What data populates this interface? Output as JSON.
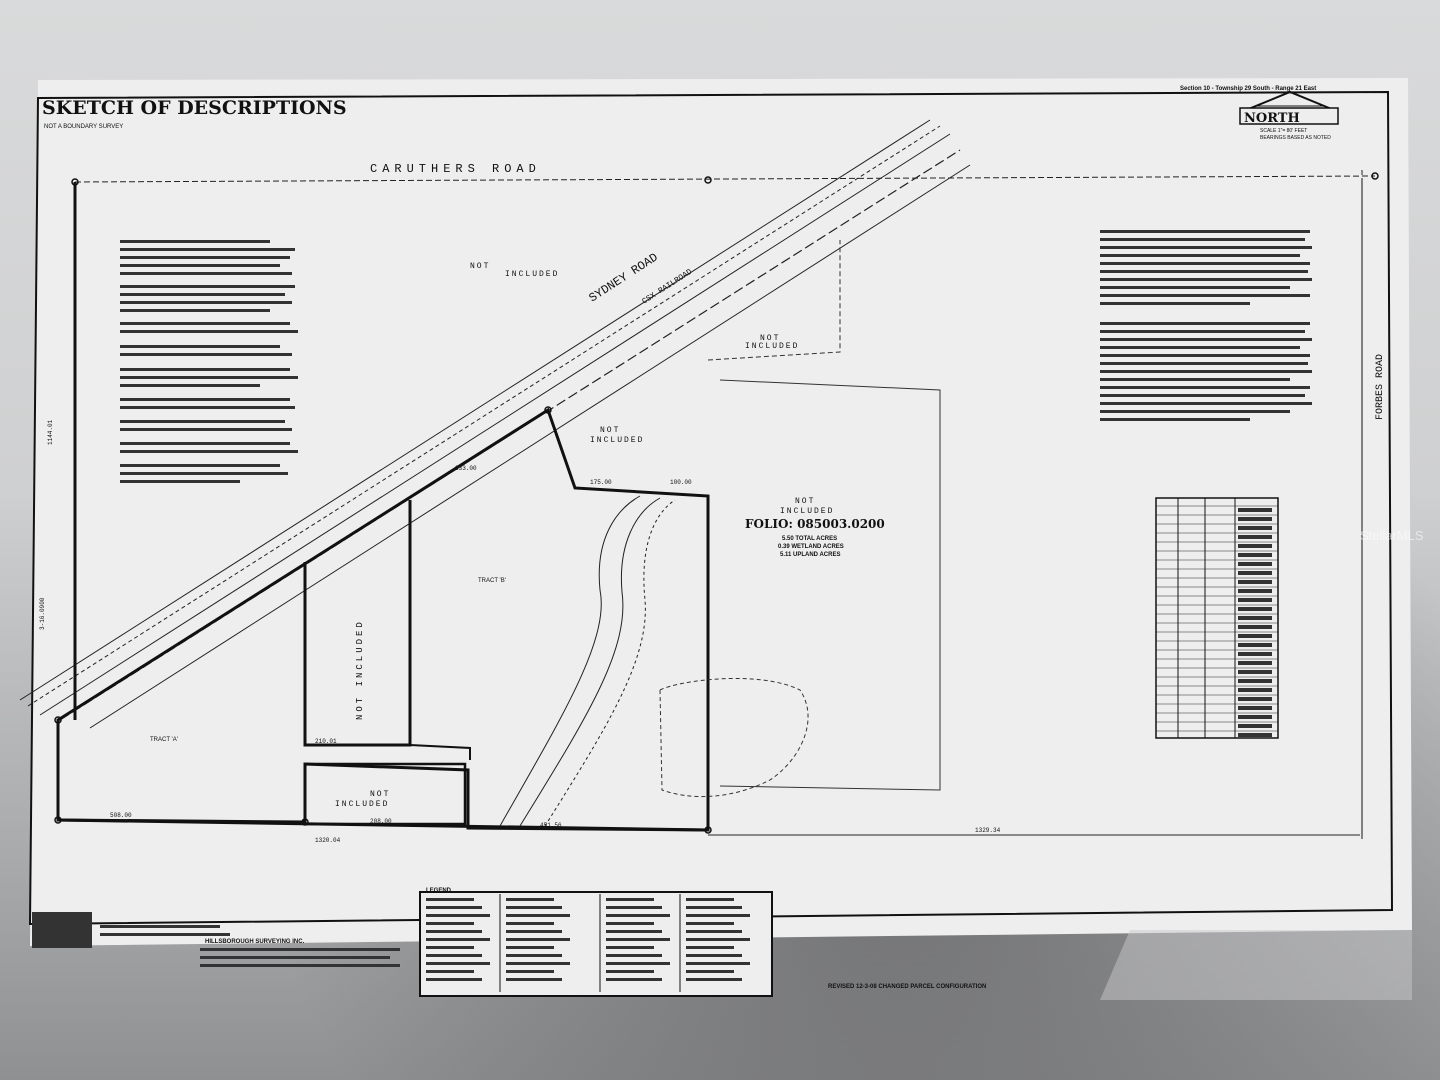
{
  "sheet": {
    "title": "SKETCH OF DESCRIPTIONS",
    "subtitle": "NOT A BOUNDARY SURVEY",
    "section_line": "Section 10 - Township 29 South - Range 21 East",
    "north_label": "NORTH",
    "scale_line_1": "SCALE 1\"= 80' FEET",
    "scale_line_2": "BEARINGS BASED AS NOTED"
  },
  "roads": {
    "caruthers": "CARUTHERS ROAD",
    "sydney": "SYDNEY ROAD",
    "csx": "CSX RAILROAD",
    "forbes": "FORBES ROAD"
  },
  "areas": {
    "not_included_top": [
      "NOT",
      "INCLUDED"
    ],
    "not_included_right_small": [
      "NOT",
      "INCLUDED"
    ],
    "not_included_center": [
      "NOT",
      "INCLUDED"
    ],
    "not_included_right": [
      "NOT",
      "INCLUDED"
    ],
    "not_included_vertical": "NOT INCLUDED",
    "not_included_bottom": [
      "NOT",
      "INCLUDED"
    ],
    "tract_a": "TRACT 'A'",
    "tract_b": "TRACT 'B'"
  },
  "folio": {
    "label": "FOLIO: 085003.0200",
    "acres_total": "5.50 TOTAL ACRES",
    "acres_wetland": "0.39 WETLAND ACRES",
    "acres_upland": "5.11 UPLAND ACRES"
  },
  "dimensions": {
    "d1": "210.01",
    "d2": "508.00",
    "d3": "175.00",
    "d4": "100.00",
    "d5": "233.00",
    "d6": "451.56",
    "d7": "1320.04",
    "d8": "1329.34",
    "d9": "1144.01",
    "d10": "3-16.0900",
    "d11": "208.00"
  },
  "revision": "REVISED 12-3-08 CHANGED PARCEL CONFIGURATION",
  "legend_title": "LEGEND",
  "company": "HILLSBOROUGH SURVEYING INC.",
  "watermark": "StellarMLS"
}
